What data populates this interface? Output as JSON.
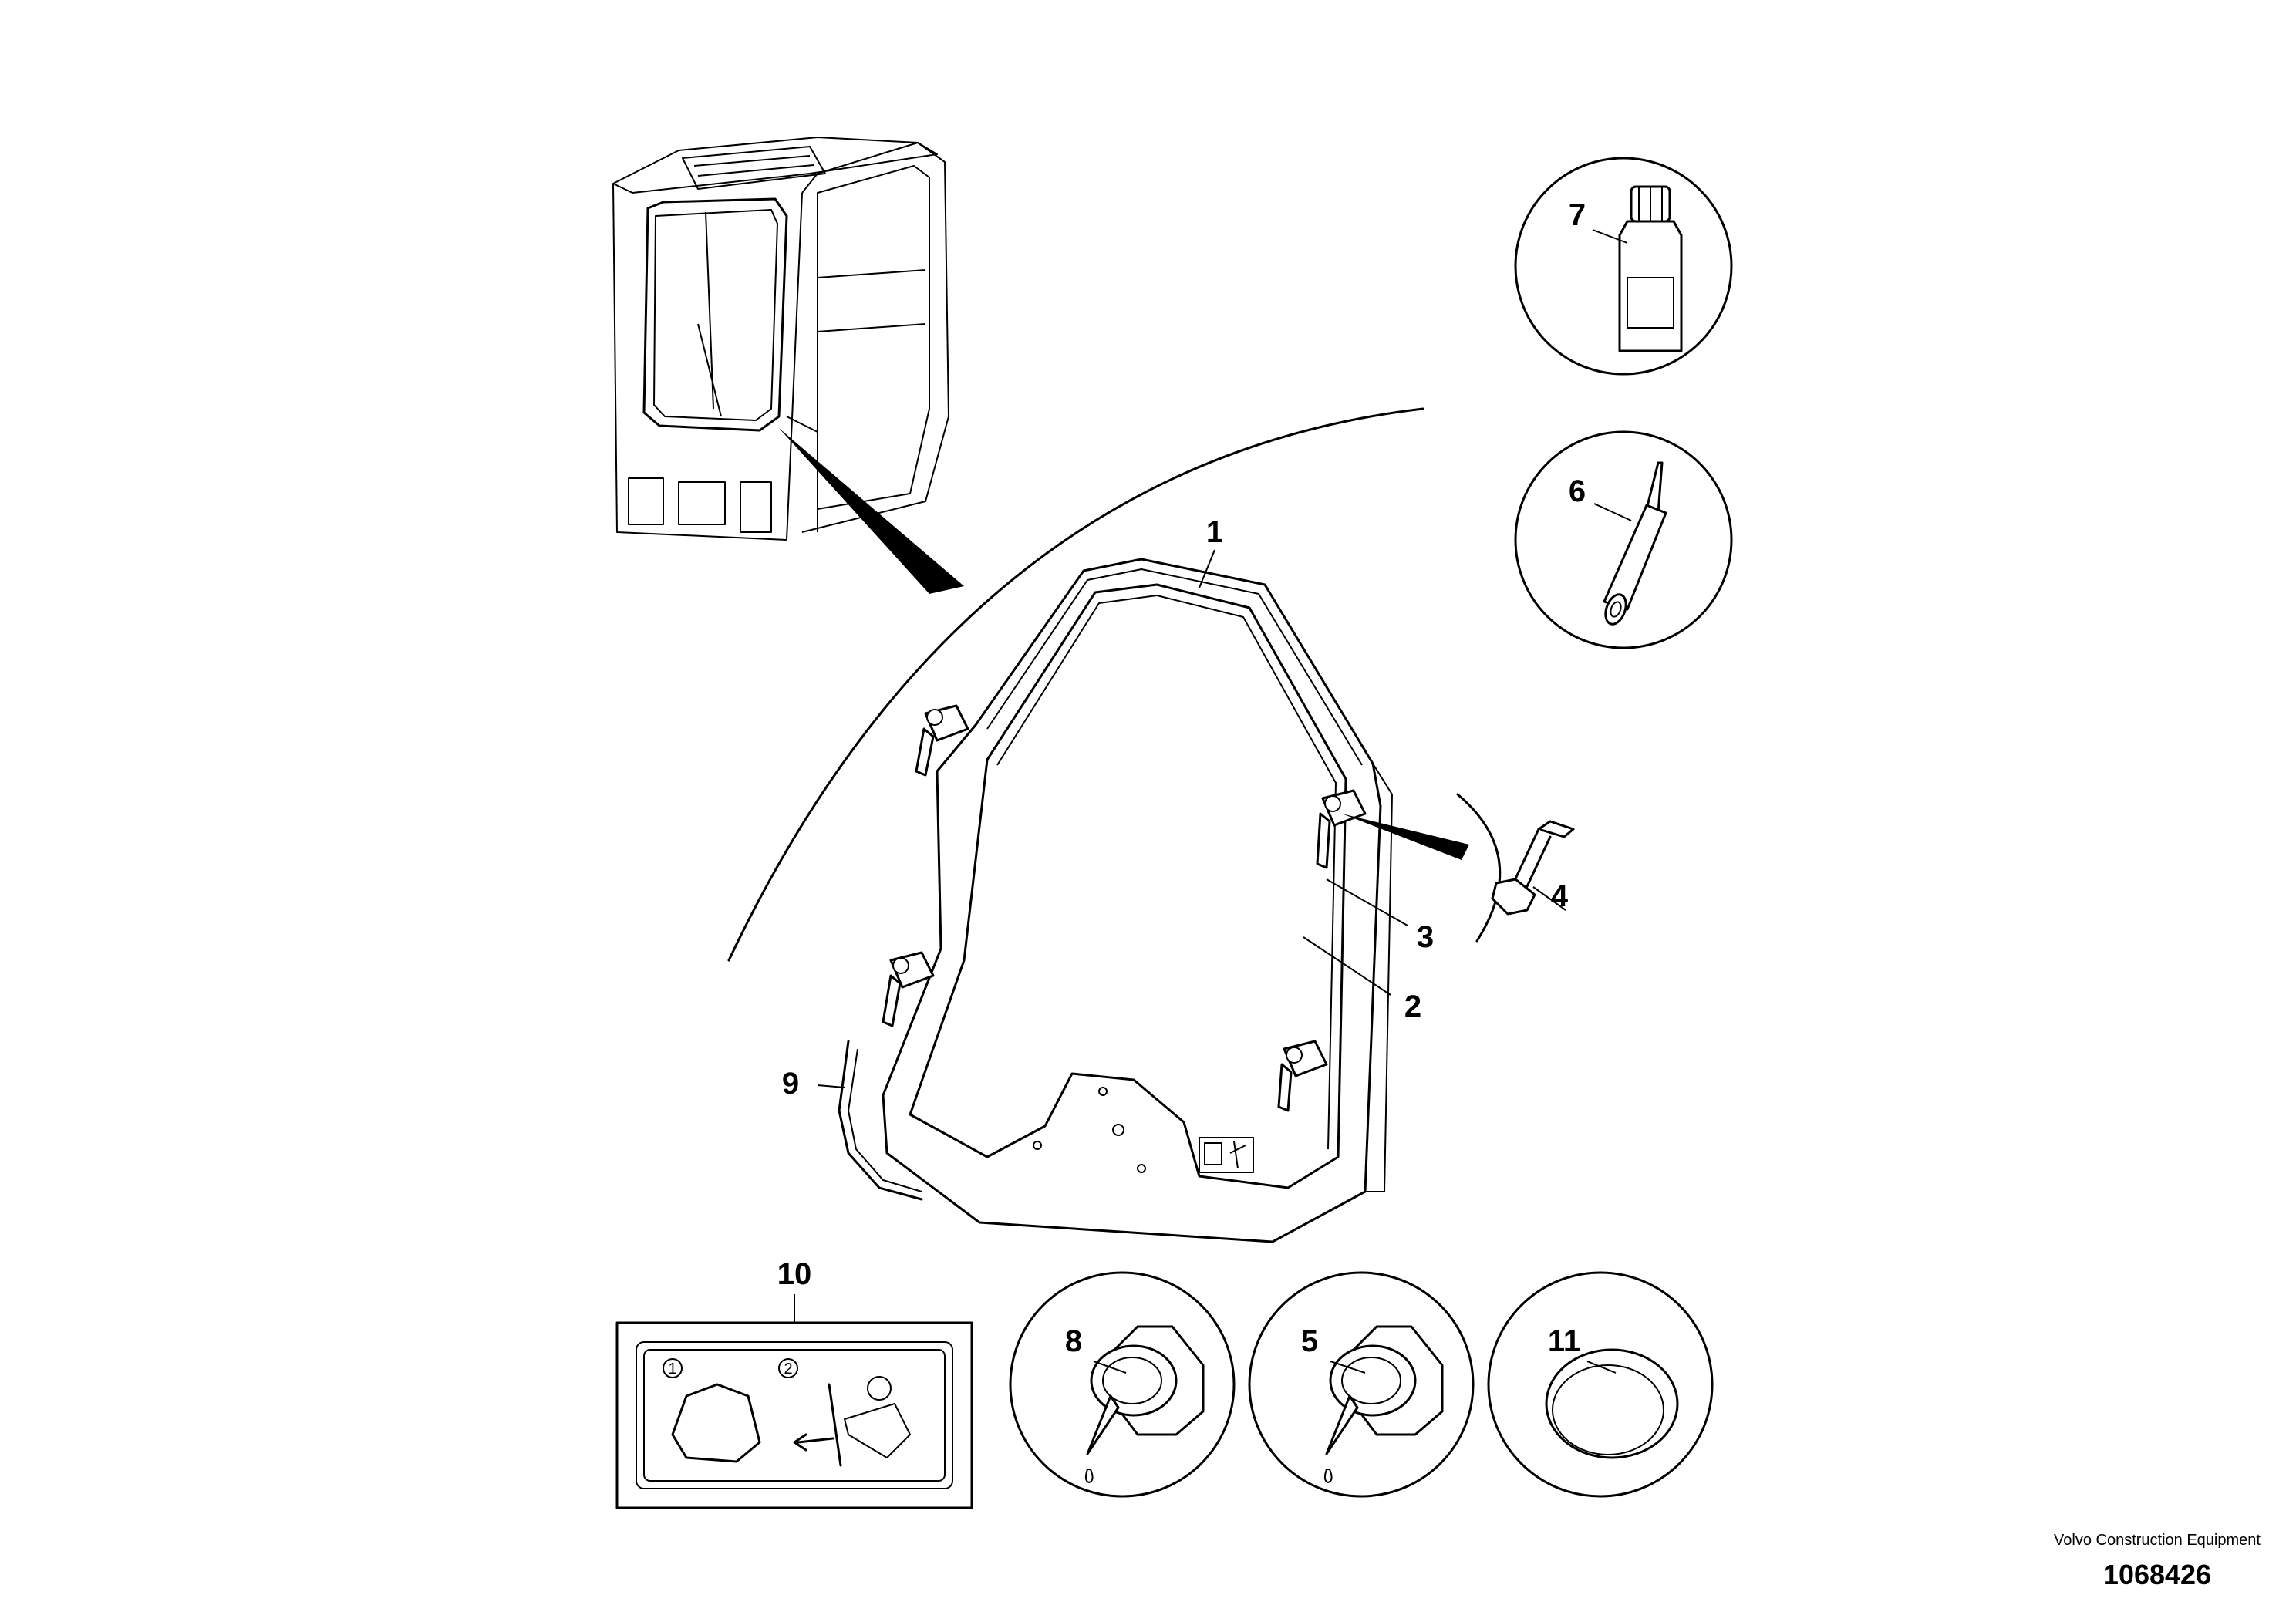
{
  "callouts": {
    "c1": "1",
    "c2": "2",
    "c3": "3",
    "c4": "4",
    "c5": "5",
    "c6": "6",
    "c7": "7",
    "c8": "8",
    "c9": "9",
    "c10": "10",
    "c11": "11"
  },
  "decal_steps": {
    "step1": "1",
    "step2": "2"
  },
  "footer": {
    "manufacturer": "Volvo Construction Equipment",
    "document_number": "1068426"
  }
}
